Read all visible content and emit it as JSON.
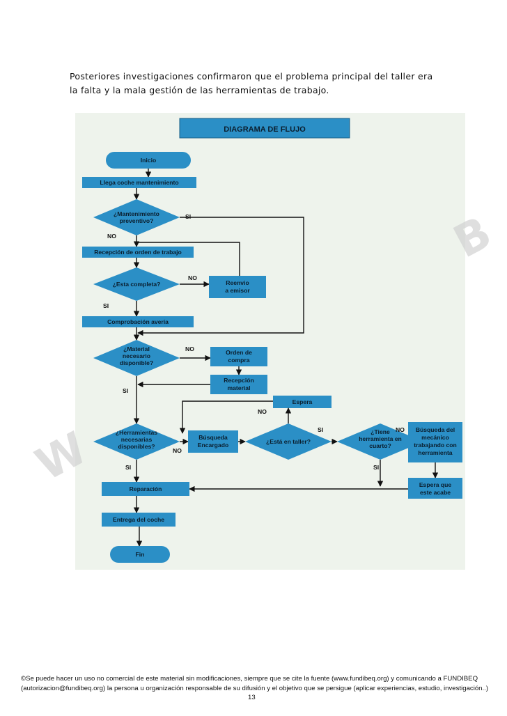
{
  "intro": {
    "line1": "Posteriores investigaciones confirmaron que el problema principal del taller era",
    "line2": "la falta y la mala gestión de las herramientas de trabajo."
  },
  "flowchart": {
    "title": "DIAGRAMA DE FLUJO",
    "start": "Inicio",
    "arrival": "Llega coche mantenimiento",
    "decision_preventive": [
      "¿Mantenimiento",
      "preventivo?"
    ],
    "work_order": "Recepción de orden de trabajo",
    "decision_complete": "¿Esta completa?",
    "resend": [
      "Reenvio",
      "a emisor"
    ],
    "fault_check": "Comprobación avería",
    "decision_material": [
      "¿Material",
      "necesario",
      "disponible?"
    ],
    "purchase_order": [
      "Orden de",
      "compra"
    ],
    "material_reception": [
      "Recepción",
      "material"
    ],
    "wait": "Espera",
    "decision_tools": [
      "¿Herramientas",
      "necesarias",
      "disponibles?"
    ],
    "search_assign": [
      "Búsqueda",
      "Encargado"
    ],
    "decision_workshop": "¿Está en taller?",
    "decision_room": [
      "¿Tiene",
      "herramienta en",
      "cuarto?"
    ],
    "search_mechanic": [
      "Búsqueda del",
      "mecánico",
      "trabajando con",
      "herramienta"
    ],
    "wait_finish": [
      "Espera que",
      "este acabe"
    ],
    "repair": "Reparación",
    "delivery": "Entrega del coche",
    "end": "Fin",
    "yes": "SI",
    "no": "NO",
    "colors": {
      "shape": "#2b8fc6",
      "title": "#2b8fc6"
    }
  },
  "watermark": {
    "left": "W",
    "right": "B"
  },
  "footer": {
    "line1": "©Se puede hacer un uso no comercial de este material sin modificaciones, siempre que se cite la fuente (www.fundibeq.org) y comunicando a FUNDIBEQ",
    "line2": "(autorizacion@fundibeq.org) la persona u organización responsable de su difusión y el objetivo que se persigue (aplicar experiencias, estudio, investigación..)",
    "page": "13"
  }
}
